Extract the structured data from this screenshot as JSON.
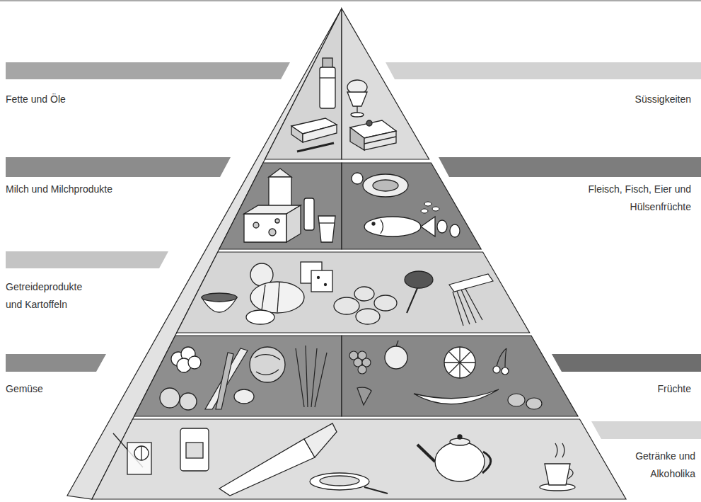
{
  "diagram": {
    "nodes": [
      {
        "text": [
          "Fette und Öle"
        ]
      },
      {
        "text": [
          "Süssigkeiten"
        ]
      },
      {
        "text": [
          "Milch und Milchprodukte"
        ]
      },
      {
        "text": [
          "Fleisch, Fisch, Eier und Hülsenfrüchte"
        ]
      },
      {
        "text": [
          "Getreideprodukte und Kartoffeln"
        ]
      },
      {
        "text": [
          "Gemüse"
        ]
      },
      {
        "text": [
          "Früchte"
        ]
      },
      {
        "text": [
          "Getränke und Alkoholika"
        ]
      }
    ]
  }
}
